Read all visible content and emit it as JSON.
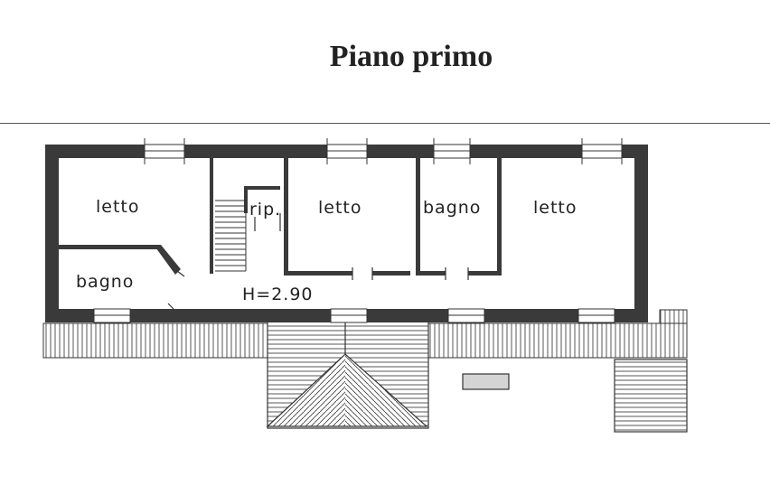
{
  "title": "Piano primo",
  "rooms": {
    "letto_1": "letto",
    "ripostiglio": "rip.",
    "letto_2": "letto",
    "bagno_1": "bagno",
    "letto_3": "letto",
    "bagno_2": "bagno"
  },
  "height_label": "H=2.90"
}
